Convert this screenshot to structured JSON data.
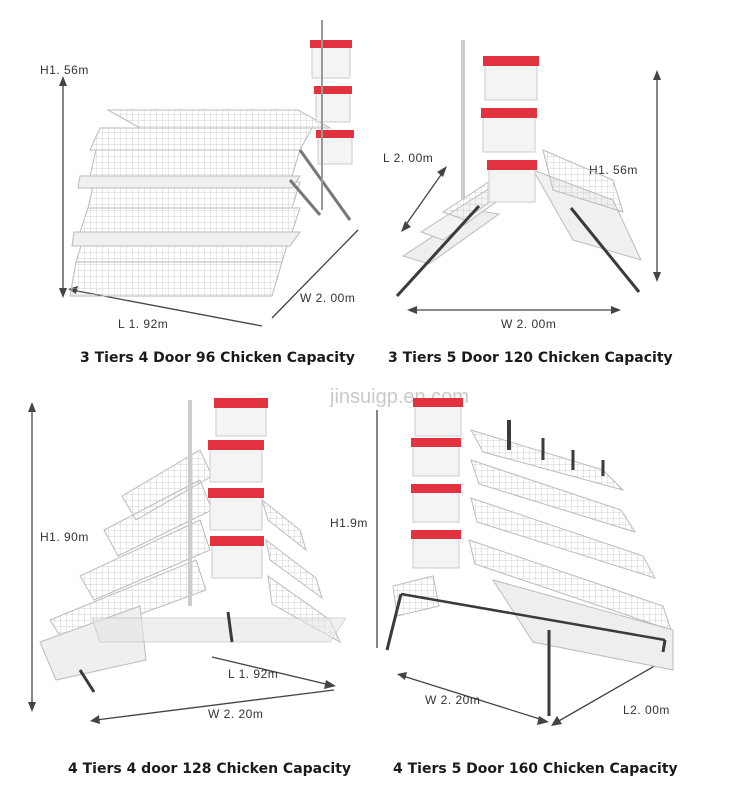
{
  "watermark": "jinsuigp.en.com",
  "accent_colors": {
    "feeder_lid": "#e2313f",
    "feeder_body": "#f4f4f4",
    "wire": "#d8d8d8",
    "frame": "#3b3b3b"
  },
  "products": [
    {
      "caption": "3 Tiers 4 Door 96 Chicken Capacity",
      "height": "H1. 56m",
      "length": "L 1. 92m",
      "width": "W 2. 00m"
    },
    {
      "caption": "3 Tiers 5 Door 120 Chicken Capacity",
      "height": "H1. 56m",
      "length": "L 2. 00m",
      "width": "W 2. 00m"
    },
    {
      "caption": "4 Tiers 4 door 128 Chicken Capacity",
      "height": "H1. 90m",
      "length": "L 1. 92m",
      "width": "W 2. 20m"
    },
    {
      "caption": "4 Tiers 5 Door 160 Chicken Capacity",
      "height": "H1.9m",
      "length": "L2. 00m",
      "width": "W 2. 20m"
    }
  ]
}
